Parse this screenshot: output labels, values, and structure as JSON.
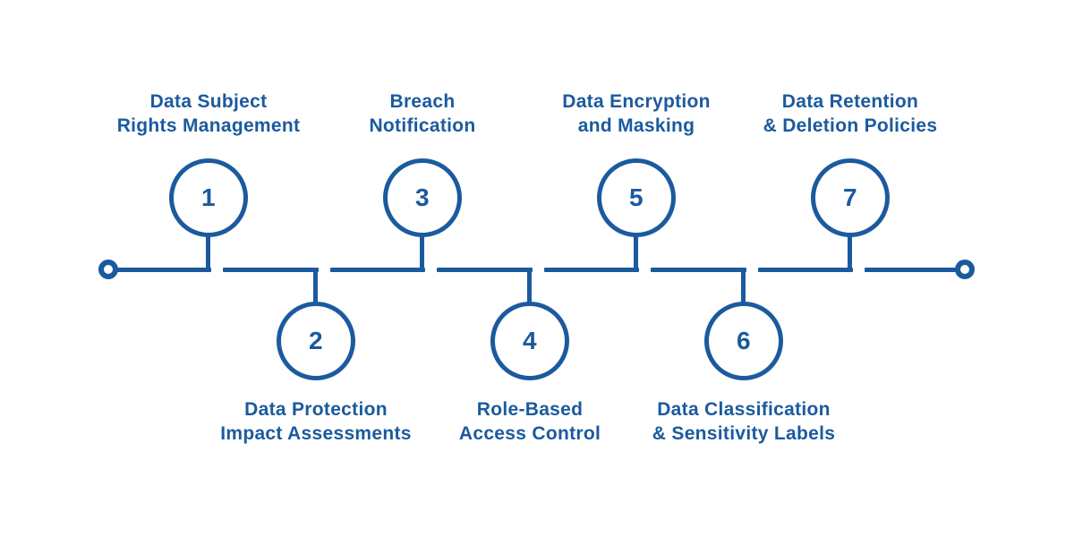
{
  "diagram": {
    "type": "timeline",
    "accent_color": "#1b5a9e",
    "background_color": "#ffffff",
    "start_cap": "open-circle",
    "end_cap": "open-circle",
    "nodes": [
      {
        "number": "1",
        "label": "Data Subject\nRights Management",
        "position": "top"
      },
      {
        "number": "2",
        "label": "Data Protection\nImpact Assessments",
        "position": "bottom"
      },
      {
        "number": "3",
        "label": "Breach\nNotification",
        "position": "top"
      },
      {
        "number": "4",
        "label": "Role-Based\nAccess Control",
        "position": "bottom"
      },
      {
        "number": "5",
        "label": "Data Encryption\nand Masking",
        "position": "top"
      },
      {
        "number": "6",
        "label": "Data Classification\n& Sensitivity Labels",
        "position": "bottom"
      },
      {
        "number": "7",
        "label": "Data Retention\n& Deletion Policies",
        "position": "top"
      }
    ]
  }
}
